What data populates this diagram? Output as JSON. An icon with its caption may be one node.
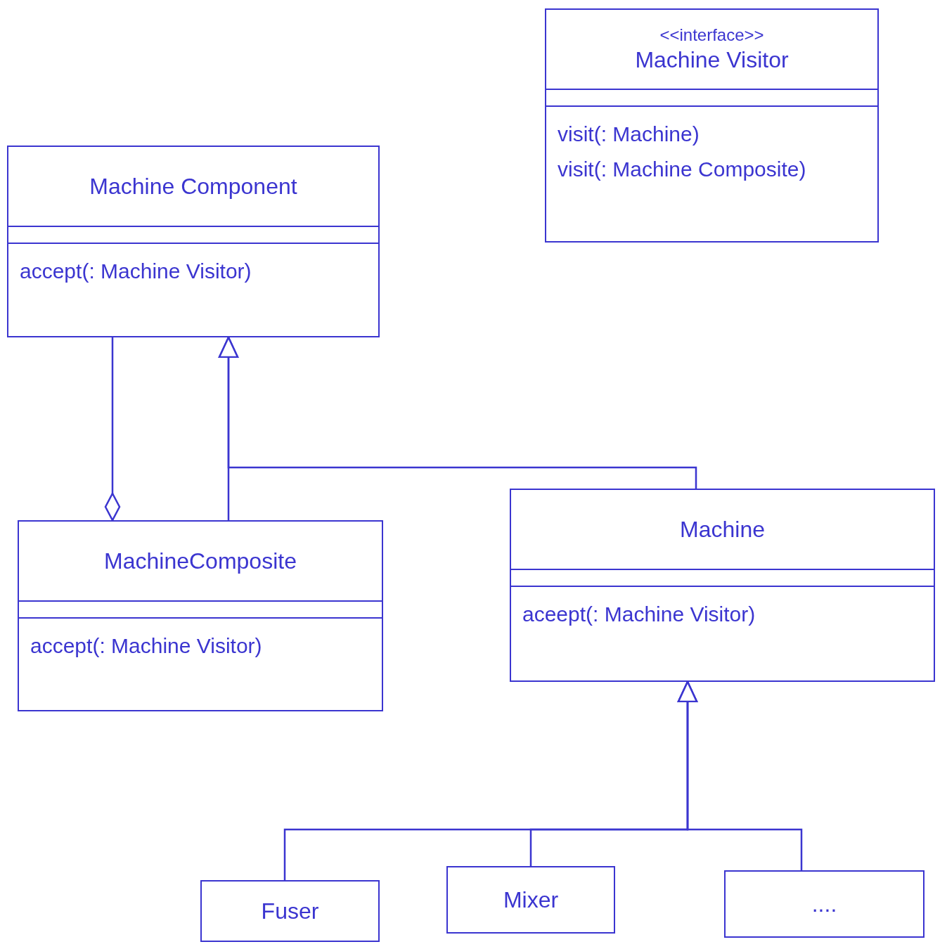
{
  "diagram": {
    "nodes": [
      {
        "text": [
          "<<interface>>",
          "Machine Visitor",
          "visit(: Machine)",
          "visit(: Machine Composite)"
        ]
      },
      {
        "text": [
          "Machine Component",
          "accept(: Machine Visitor)"
        ]
      },
      {
        "text": [
          "MachineComposite",
          "accept(: Machine Visitor)"
        ]
      },
      {
        "text": [
          "Machine",
          "aceept(: Machine Visitor)"
        ]
      },
      {
        "text": [
          "Fuser"
        ]
      },
      {
        "text": [
          "Mixer"
        ]
      },
      {
        "text": [
          "...."
        ]
      }
    ],
    "edges": [
      {
        "from": 1,
        "to": 2,
        "arrow": "other"
      },
      {
        "from": 2,
        "to": 1,
        "arrow": "to"
      },
      {
        "from": 3,
        "to": 1,
        "arrow": "to"
      },
      {
        "from": 4,
        "to": 3,
        "arrow": "to"
      },
      {
        "from": 5,
        "to": 3,
        "arrow": "to"
      },
      {
        "from": 6,
        "to": 3,
        "arrow": "to"
      }
    ]
  }
}
